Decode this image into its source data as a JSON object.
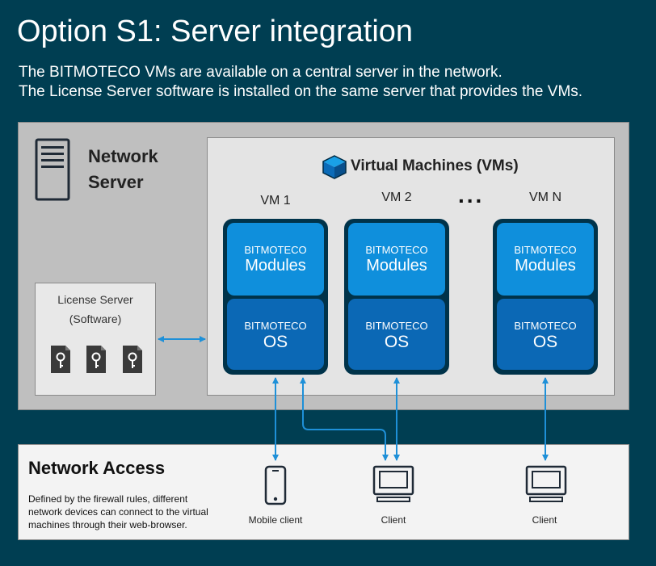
{
  "title": "Option S1: Server integration",
  "subtitle_lines": [
    "The BITMOTECO VMs are available on a central server in the network.",
    "The License Server software is installed on the same server that provides the VMs."
  ],
  "network_server": {
    "title_lines": [
      "Network",
      "Server"
    ],
    "icon": "server-icon"
  },
  "license_server": {
    "lines": [
      "License Server",
      "(Software)"
    ],
    "icon": "key-document-icon",
    "key_count": 3
  },
  "vms": {
    "title": "Virtual Machines (VMs)",
    "icon": "cube-icon",
    "ellipsis": "...",
    "machines": [
      {
        "name": "VM 1",
        "modules_small": "BITMOTECO",
        "modules_big": "Modules",
        "os_small": "BITMOTECO",
        "os_big": "OS"
      },
      {
        "name": "VM 2",
        "modules_small": "BITMOTECO",
        "modules_big": "Modules",
        "os_small": "BITMOTECO",
        "os_big": "OS"
      },
      {
        "name": "VM N",
        "modules_small": "BITMOTECO",
        "modules_big": "Modules",
        "os_small": "BITMOTECO",
        "os_big": "OS"
      }
    ]
  },
  "network_access": {
    "title": "Network Access",
    "description_lines": [
      "Defined by the firewall rules, different",
      "network devices can connect to the virtual",
      "machines through their web-browser."
    ],
    "devices": [
      {
        "label": "Mobile client",
        "icon": "mobile-phone-icon"
      },
      {
        "label": "Client",
        "icon": "computer-monitor-icon"
      },
      {
        "label": "Client",
        "icon": "computer-monitor-icon"
      }
    ]
  },
  "colors": {
    "background": "#003e52",
    "module_blue": "#0f8fdc",
    "os_blue": "#0b68b5",
    "vm_frame": "#00334a",
    "connector": "#1e90d8"
  }
}
